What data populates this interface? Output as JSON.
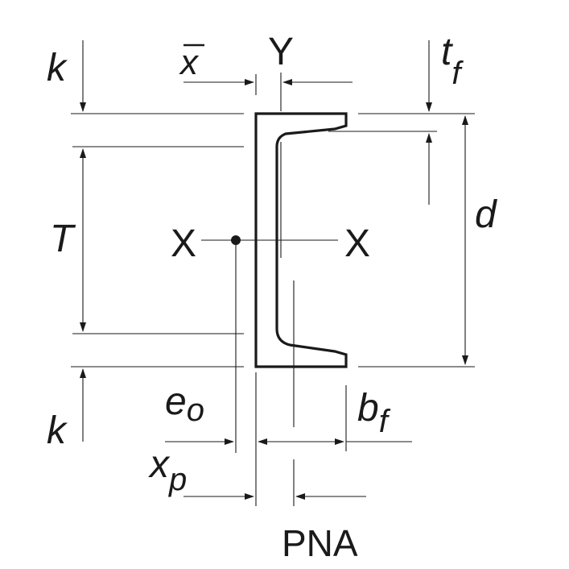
{
  "labels": {
    "k_top": "k",
    "k_bottom": "k",
    "xbar": "x",
    "y_axis": "Y",
    "tf_main": "t",
    "tf_sub": "f",
    "T": "T",
    "x_left": "X",
    "x_right": "X",
    "d": "d",
    "eo_main": "e",
    "eo_sub": "o",
    "bf_main": "b",
    "bf_sub": "f",
    "xp_main": "x",
    "xp_sub": "p",
    "pna": "PNA"
  },
  "colors": {
    "ink": "#1a1a1a",
    "background": "#ffffff"
  }
}
